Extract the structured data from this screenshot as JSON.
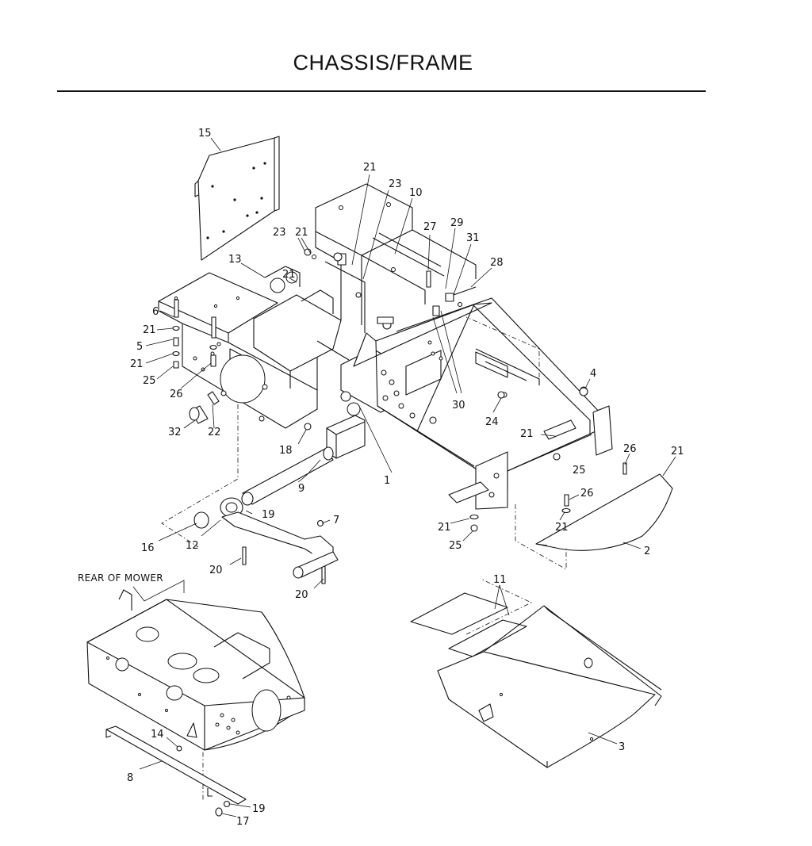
{
  "title": "CHASSIS/FRAME",
  "inset_caption": "REAR OF MOWER",
  "callouts": [
    {
      "id": "c15",
      "label": "15"
    },
    {
      "id": "c21a",
      "label": "21"
    },
    {
      "id": "c23a",
      "label": "23"
    },
    {
      "id": "c10",
      "label": "10"
    },
    {
      "id": "c23b",
      "label": "23"
    },
    {
      "id": "c21b",
      "label": "21"
    },
    {
      "id": "c27",
      "label": "27"
    },
    {
      "id": "c29",
      "label": "29"
    },
    {
      "id": "c31",
      "label": "31"
    },
    {
      "id": "c28",
      "label": "28"
    },
    {
      "id": "c13",
      "label": "13"
    },
    {
      "id": "c21c",
      "label": "21"
    },
    {
      "id": "c6",
      "label": "6"
    },
    {
      "id": "c21d",
      "label": "21"
    },
    {
      "id": "c5",
      "label": "5"
    },
    {
      "id": "c21e",
      "label": "21"
    },
    {
      "id": "c25a",
      "label": "25"
    },
    {
      "id": "c26a",
      "label": "26"
    },
    {
      "id": "c32",
      "label": "32"
    },
    {
      "id": "c22",
      "label": "22"
    },
    {
      "id": "c30",
      "label": "30"
    },
    {
      "id": "c24",
      "label": "24"
    },
    {
      "id": "c4",
      "label": "4"
    },
    {
      "id": "c18",
      "label": "18"
    },
    {
      "id": "c1",
      "label": "1"
    },
    {
      "id": "c21f",
      "label": "21"
    },
    {
      "id": "c26b",
      "label": "26"
    },
    {
      "id": "c21g",
      "label": "21"
    },
    {
      "id": "c25b",
      "label": "25"
    },
    {
      "id": "c9",
      "label": "9"
    },
    {
      "id": "c26c",
      "label": "26"
    },
    {
      "id": "c21h",
      "label": "21"
    },
    {
      "id": "c19a",
      "label": "19"
    },
    {
      "id": "c7",
      "label": "7"
    },
    {
      "id": "c21i",
      "label": "21"
    },
    {
      "id": "c25c",
      "label": "25"
    },
    {
      "id": "c2",
      "label": "2"
    },
    {
      "id": "c16",
      "label": "16"
    },
    {
      "id": "c12",
      "label": "12"
    },
    {
      "id": "c20a",
      "label": "20"
    },
    {
      "id": "c20b",
      "label": "20"
    },
    {
      "id": "c11",
      "label": "11"
    },
    {
      "id": "c14",
      "label": "14"
    },
    {
      "id": "c3",
      "label": "3"
    },
    {
      "id": "c8",
      "label": "8"
    },
    {
      "id": "c19b",
      "label": "19"
    },
    {
      "id": "c17",
      "label": "17"
    }
  ]
}
